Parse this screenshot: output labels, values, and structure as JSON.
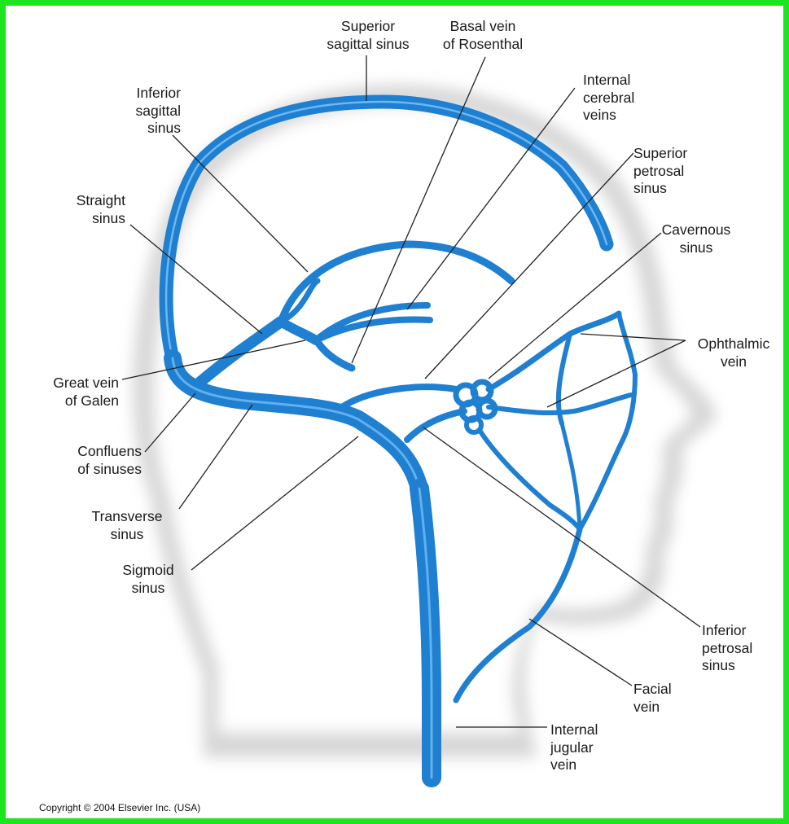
{
  "labels": {
    "superior_sagittal_sinus": "Superior\nsagittal sinus",
    "basal_vein_of_rosenthal": "Basal vein\nof Rosenthal",
    "internal_cerebral_veins": "Internal\ncerebral\nveins",
    "inferior_sagittal_sinus": "Inferior\nsagittal\nsinus",
    "superior_petrosal_sinus": "Superior\npetrosal\nsinus",
    "straight_sinus": "Straight\nsinus",
    "cavernous_sinus": "Cavernous\nsinus",
    "ophthalmic_vein": "Ophthalmic\nvein",
    "great_vein_of_galen": "Great vein\nof Galen",
    "confluens_of_sinuses": "Confluens\nof sinuses",
    "transverse_sinus": "Transverse\nsinus",
    "sigmoid_sinus": "Sigmoid\nsinus",
    "inferior_petrosal_sinus": "Inferior\npetrosal\nsinus",
    "facial_vein": "Facial\nvein",
    "internal_jugular_vein": "Internal\njugular\nvein"
  },
  "copyright": "Copyright © 2004 Elsevier Inc. (USA)",
  "colors": {
    "frame": "#1ee61e",
    "vein": "#1f7fd0",
    "vein_highlight": "#8fd0ff",
    "head_shadow": "#d6d6d6",
    "leader_line": "#222222"
  }
}
